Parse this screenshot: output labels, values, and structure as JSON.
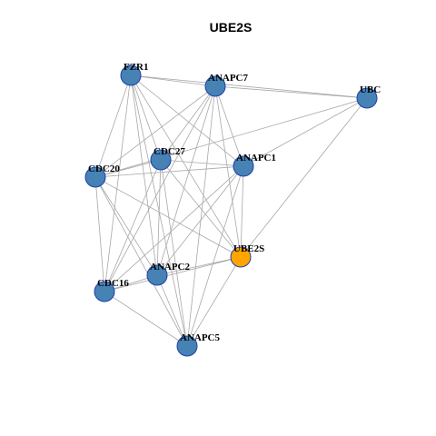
{
  "title": "UBE2S",
  "colors": {
    "node_default": "#4682B4",
    "node_default_border": "#1e3fa8",
    "node_focus": "#FFA500",
    "node_focus_border": "#1e3fa8",
    "edge": "#a8a8a8",
    "background": "#ffffff"
  },
  "nodes": [
    {
      "id": "FZR1",
      "label": "FZR1",
      "focus": false
    },
    {
      "id": "ANAPC7",
      "label": "ANAPC7",
      "focus": false
    },
    {
      "id": "UBC",
      "label": "UBC",
      "focus": false
    },
    {
      "id": "CDC27",
      "label": "CDC27",
      "focus": false
    },
    {
      "id": "ANAPC1",
      "label": "ANAPC1",
      "focus": false
    },
    {
      "id": "CDC20",
      "label": "CDC20",
      "focus": false
    },
    {
      "id": "UBE2S",
      "label": "UBE2S",
      "focus": true
    },
    {
      "id": "ANAPC2",
      "label": "ANAPC2",
      "focus": false
    },
    {
      "id": "CDC16",
      "label": "CDC16",
      "focus": false
    },
    {
      "id": "ANAPC5",
      "label": "ANAPC5",
      "focus": false
    }
  ],
  "edges": [
    [
      "FZR1",
      "ANAPC7"
    ],
    [
      "FZR1",
      "UBC"
    ],
    [
      "FZR1",
      "CDC27"
    ],
    [
      "FZR1",
      "ANAPC1"
    ],
    [
      "FZR1",
      "CDC20"
    ],
    [
      "FZR1",
      "ANAPC2"
    ],
    [
      "FZR1",
      "CDC16"
    ],
    [
      "FZR1",
      "ANAPC5"
    ],
    [
      "FZR1",
      "UBE2S"
    ],
    [
      "ANAPC7",
      "UBC"
    ],
    [
      "ANAPC7",
      "CDC27"
    ],
    [
      "ANAPC7",
      "ANAPC1"
    ],
    [
      "ANAPC7",
      "CDC20"
    ],
    [
      "ANAPC7",
      "ANAPC2"
    ],
    [
      "ANAPC7",
      "CDC16"
    ],
    [
      "ANAPC7",
      "ANAPC5"
    ],
    [
      "ANAPC7",
      "UBE2S"
    ],
    [
      "UBC",
      "ANAPC1"
    ],
    [
      "UBC",
      "CDC20"
    ],
    [
      "UBC",
      "UBE2S"
    ],
    [
      "CDC27",
      "ANAPC1"
    ],
    [
      "CDC27",
      "CDC20"
    ],
    [
      "CDC27",
      "ANAPC2"
    ],
    [
      "CDC27",
      "CDC16"
    ],
    [
      "CDC27",
      "ANAPC5"
    ],
    [
      "CDC27",
      "UBE2S"
    ],
    [
      "ANAPC1",
      "CDC20"
    ],
    [
      "ANAPC1",
      "ANAPC2"
    ],
    [
      "ANAPC1",
      "CDC16"
    ],
    [
      "ANAPC1",
      "ANAPC5"
    ],
    [
      "ANAPC1",
      "UBE2S"
    ],
    [
      "CDC20",
      "ANAPC2"
    ],
    [
      "CDC20",
      "CDC16"
    ],
    [
      "CDC20",
      "ANAPC5"
    ],
    [
      "CDC20",
      "UBE2S"
    ],
    [
      "UBE2S",
      "ANAPC2"
    ],
    [
      "UBE2S",
      "CDC16"
    ],
    [
      "UBE2S",
      "ANAPC5"
    ],
    [
      "ANAPC2",
      "CDC16"
    ],
    [
      "ANAPC2",
      "ANAPC5"
    ],
    [
      "CDC16",
      "ANAPC5"
    ]
  ]
}
